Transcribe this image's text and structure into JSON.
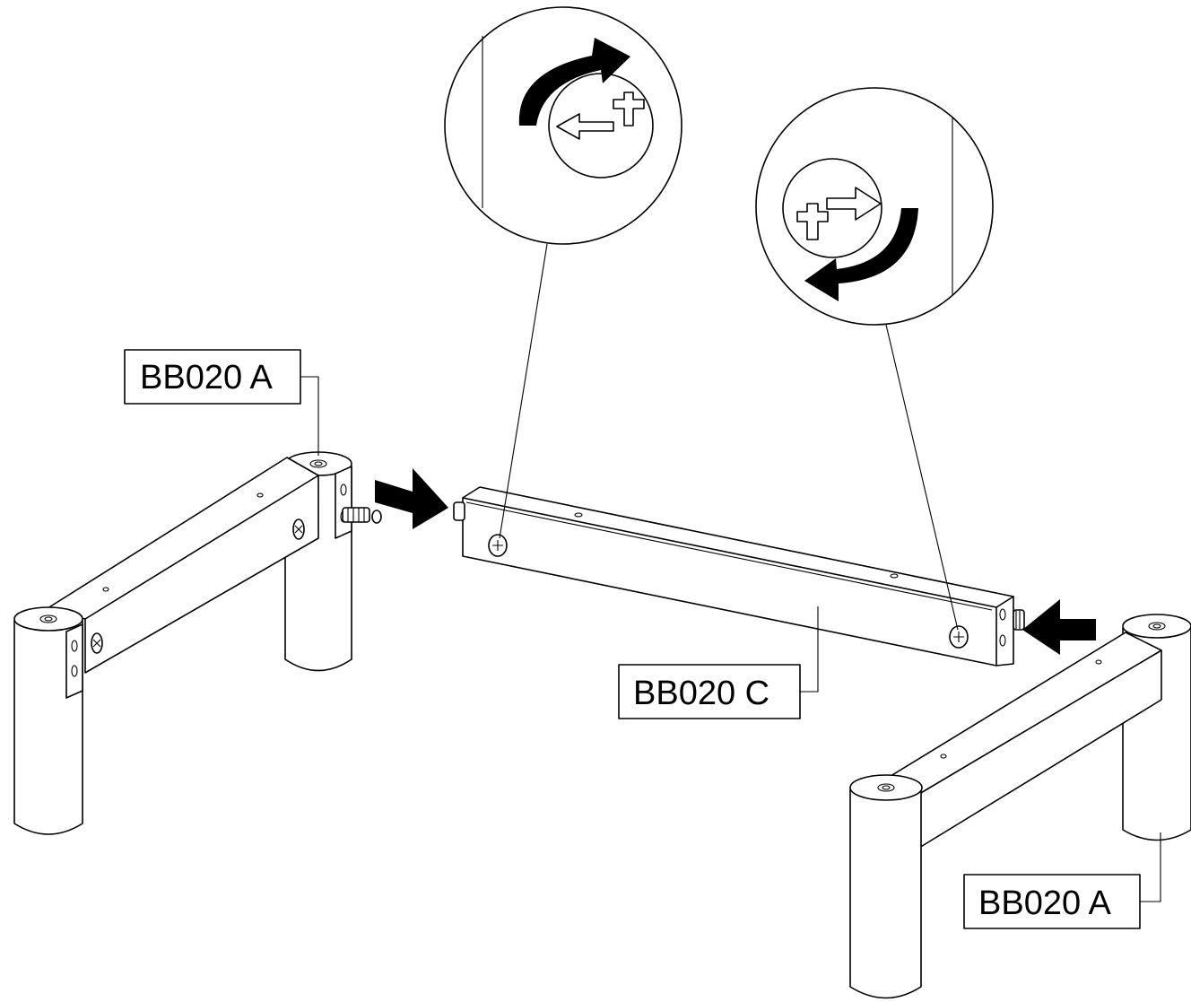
{
  "labels": {
    "leg_left": "BB020 A",
    "rail_center": "BB020 C",
    "leg_right": "BB020 A"
  },
  "colors": {
    "ink": "#000000",
    "paper": "#ffffff"
  },
  "icons": {
    "rotate_clockwise": "clockwise-arrow-icon",
    "rotate_counterclockwise": "counterclockwise-arrow-icon",
    "cam_lock_left": "cam-lock-arrow-left-icon",
    "cam_lock_right": "cam-lock-arrow-right-icon",
    "push_right": "push-arrow-right-icon",
    "push_left": "push-arrow-left-icon"
  }
}
